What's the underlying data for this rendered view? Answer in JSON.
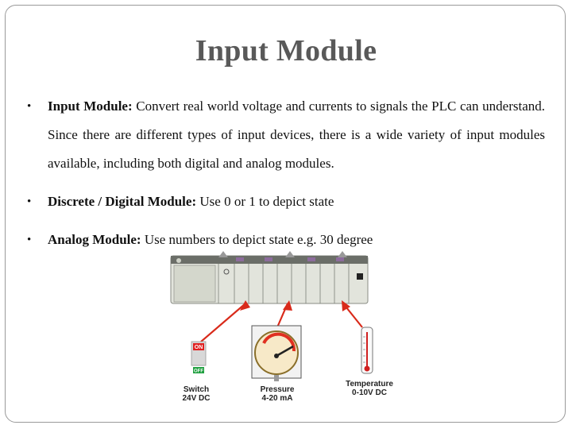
{
  "slide": {
    "title": "Input Module",
    "bullets": [
      {
        "term": "Input Module:",
        "text": " Convert real world voltage and currents to signals the PLC can understand. Since there are different types of input devices, there is a wide variety of input modules available, including both digital and analog modules."
      },
      {
        "term": "Discrete / Digital Module:",
        "text": " Use 0 or 1 to depict state"
      },
      {
        "term": "Analog Module:",
        "text": "  Use numbers to depict state e.g. 30 degree"
      }
    ]
  },
  "diagram": {
    "switch_on": "ON",
    "switch_off": "OFF",
    "devices": [
      {
        "name": "Switch",
        "spec": "24V DC"
      },
      {
        "name": "Pressure",
        "spec": "4-20 mA"
      },
      {
        "name": "Temperature",
        "spec": "0-10V DC"
      }
    ]
  }
}
